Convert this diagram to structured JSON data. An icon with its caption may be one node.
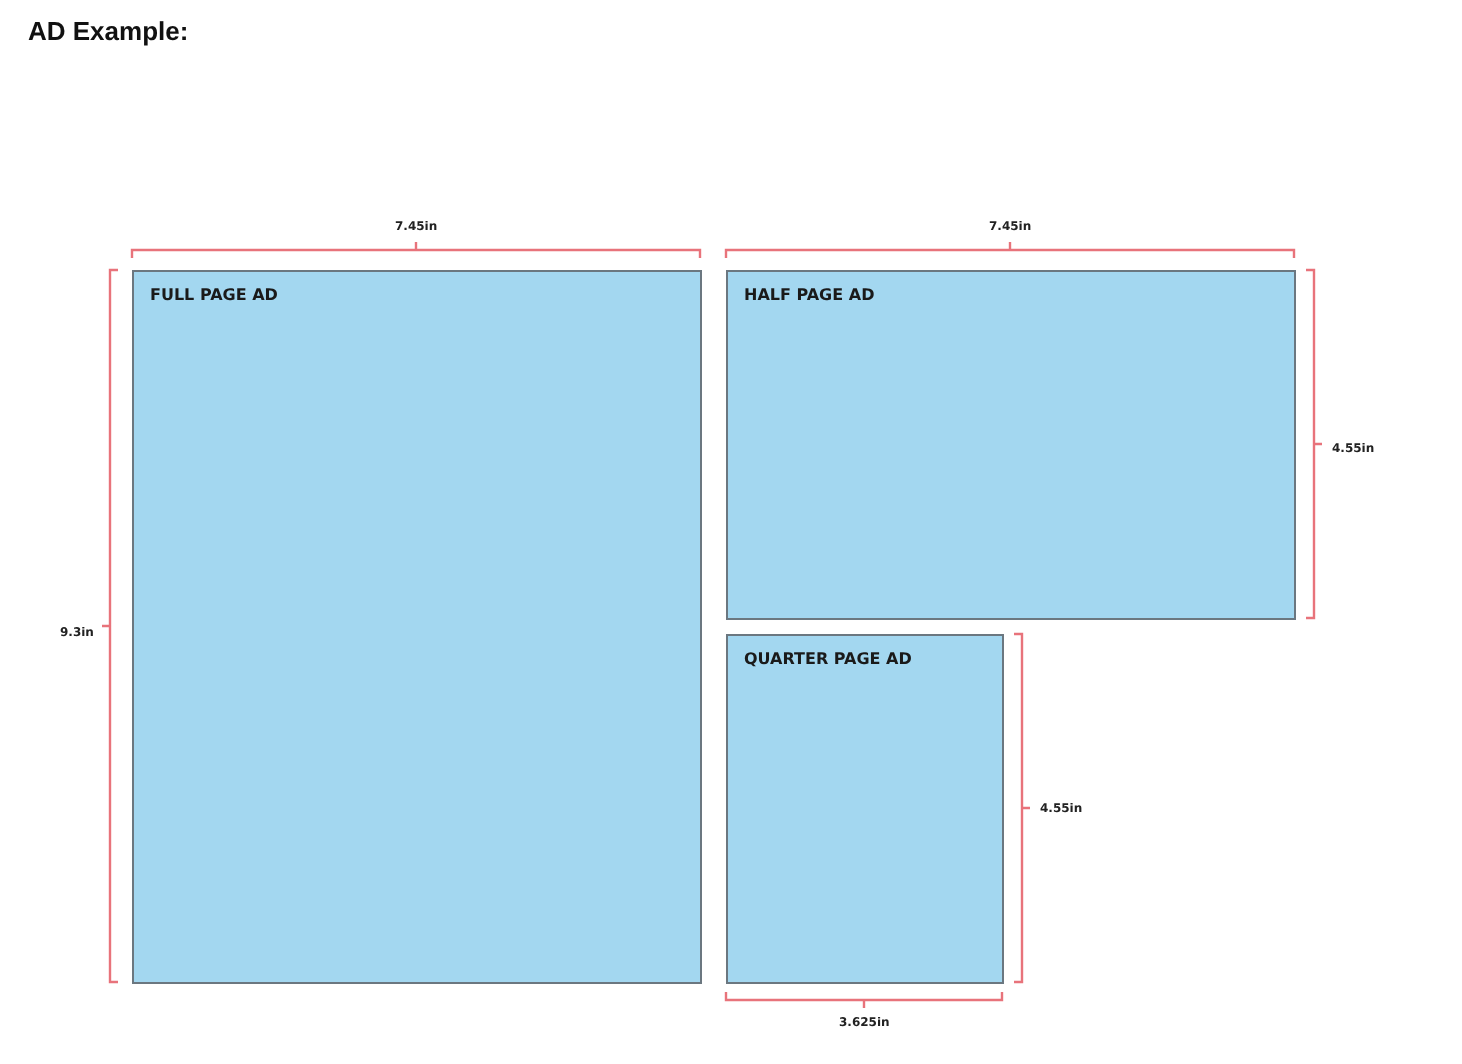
{
  "diagram": {
    "title": "AD Example:",
    "nodes": [
      {
        "text": [
          "FULL PAGE AD"
        ]
      },
      {
        "text": [
          "HALF PAGE AD"
        ]
      },
      {
        "text": [
          "QUARTER PAGE AD"
        ]
      }
    ],
    "labels": [
      "7.45in",
      "7.45in",
      "4.55in",
      "9.3in",
      "4.55in",
      "3.625in"
    ]
  }
}
